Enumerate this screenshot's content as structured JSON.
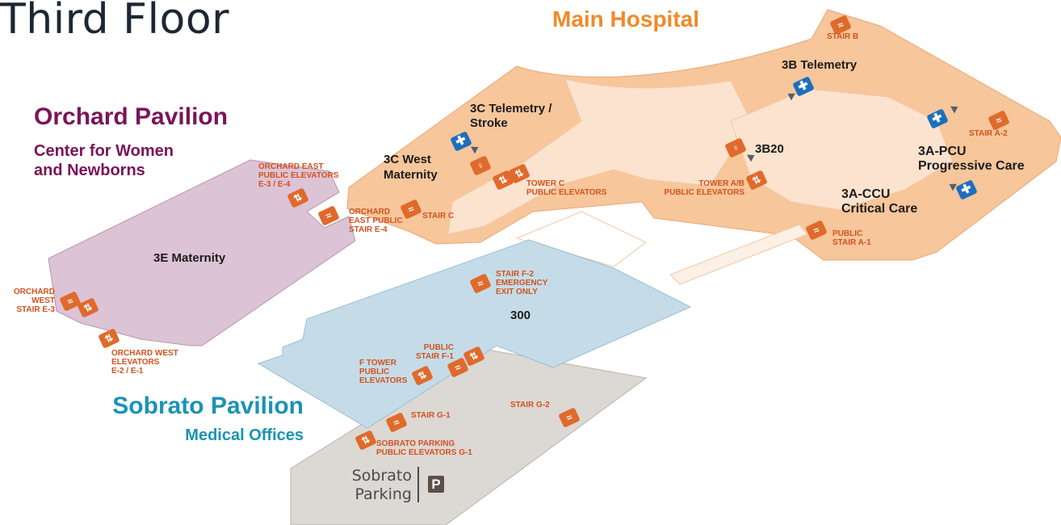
{
  "title": "Third Floor",
  "buildings": {
    "main": "Main Hospital",
    "orchard": "Orchard Pavilion",
    "orchard_sub_1": "Center for Women",
    "orchard_sub_2": "and Newborns",
    "sobrato": "Sobrato Pavilion",
    "sobrato_sub": "Medical Offices"
  },
  "units": {
    "telemetry_3b": "3B Telemetry",
    "telemetry_3c_1": "3C Telemetry /",
    "telemetry_3c_2": "Stroke",
    "maternity_3c_1": "3C West",
    "maternity_3c_2": "Maternity",
    "room_3b20": "3B20",
    "pcu_1": "3A-PCU",
    "pcu_2": "Progressive Care",
    "ccu_1": "3A-CCU",
    "ccu_2": "Critical Care",
    "maternity_3e": "3E Maternity",
    "room_300": "300"
  },
  "labels": {
    "stair_b": "STAIR B",
    "stair_a2": "STAIR A-2",
    "tower_c_1": "TOWER C",
    "tower_c_2": "PUBLIC ELEVATORS",
    "tower_ab_1": "TOWER A/B",
    "tower_ab_2": "PUBLIC ELEVATORS",
    "stair_a1_1": "PUBLIC",
    "stair_a1_2": "STAIR A-1",
    "stair_c": "STAIR C",
    "orch_east_elev_1": "ORCHARD EAST",
    "orch_east_elev_2": "PUBLIC ELEVATORS",
    "orch_east_elev_3": "E-3 / E-4",
    "orch_east_stair_1": "ORCHARD",
    "orch_east_stair_2": "EAST PUBLIC",
    "orch_east_stair_3": "STAIR E-4",
    "orch_west_stair_1": "ORCHARD",
    "orch_west_stair_2": "WEST",
    "orch_west_stair_3": "STAIR E-3",
    "orch_west_elev_1": "ORCHARD WEST",
    "orch_west_elev_2": "ELEVATORS",
    "orch_west_elev_3": "E-2 / E-1",
    "stair_f2_1": "STAIR F-2",
    "stair_f2_2": "EMERGENCY",
    "stair_f2_3": "EXIT ONLY",
    "stair_f1_1": "PUBLIC",
    "stair_f1_2": "STAIR F-1",
    "f_tower_1": "F TOWER",
    "f_tower_2": "PUBLIC",
    "f_tower_3": "ELEVATORS",
    "stair_g1": "STAIR G-1",
    "stair_g2": "STAIR G-2",
    "sob_park_elev_1": "SOBRATO PARKING",
    "sob_park_elev_2": "PUBLIC ELEVATORS G-1"
  },
  "parking": {
    "line1": "Sobrato",
    "line2": "Parking",
    "badge": "P"
  },
  "colors": {
    "main_hospital": "#f7c69a",
    "main_hospital_light": "#fbe3cf",
    "orchard": "#dcc3d6",
    "sobrato": "#c5dce8",
    "parking": "#dcd8d3",
    "label_orange": "#d2521e",
    "icon_orange": "#e06a2c",
    "icon_blue": "#1d6fbd"
  }
}
